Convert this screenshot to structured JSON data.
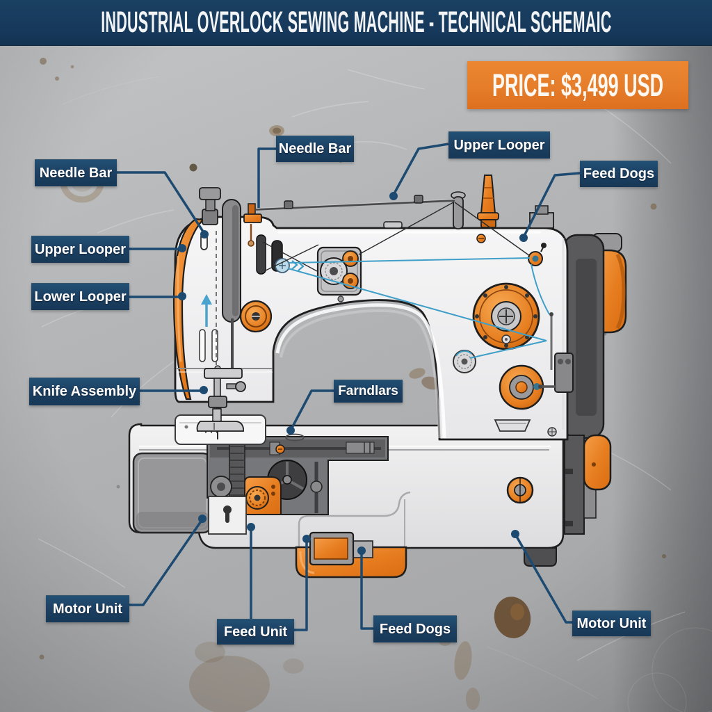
{
  "banner": {
    "title": "INDUSTRIAL OVERLOCK SEWING MACHINE - TECHNICAL SCHEMAIC"
  },
  "price_tag": {
    "label": "PRICE: $3,499 USD"
  },
  "diagram": {
    "subject": "Industrial overlock sewing machine technical schematic",
    "callouts": [
      {
        "id": "needle-bar-left",
        "text": "Needle Bar"
      },
      {
        "id": "needle-bar-top",
        "text": "Needle Bar"
      },
      {
        "id": "upper-looper-top",
        "text": "Upper Looper"
      },
      {
        "id": "feed-dogs-right",
        "text": "Feed Dogs"
      },
      {
        "id": "upper-looper-left",
        "text": "Upper Looper"
      },
      {
        "id": "lower-looper-left",
        "text": "Lower Looper"
      },
      {
        "id": "knife-assembly",
        "text": "Knife Assembly"
      },
      {
        "id": "farndlars",
        "text": "Farndlars"
      },
      {
        "id": "motor-unit-left",
        "text": "Motor Unit"
      },
      {
        "id": "feed-unit",
        "text": "Feed Unit"
      },
      {
        "id": "feed-dogs-bottom",
        "text": "Feed Dogs"
      },
      {
        "id": "motor-unit-right",
        "text": "Motor Unit"
      }
    ]
  },
  "colors": {
    "banner_navy": "#16385B",
    "label_navy": "#1D4164",
    "accent_orange": "#E57D2A",
    "leader_line_navy": "#1D4A70",
    "thread_blue": "#3F9FC8",
    "machine_outline": "#1E1E1E",
    "background_metal": "#B3B4B6"
  }
}
